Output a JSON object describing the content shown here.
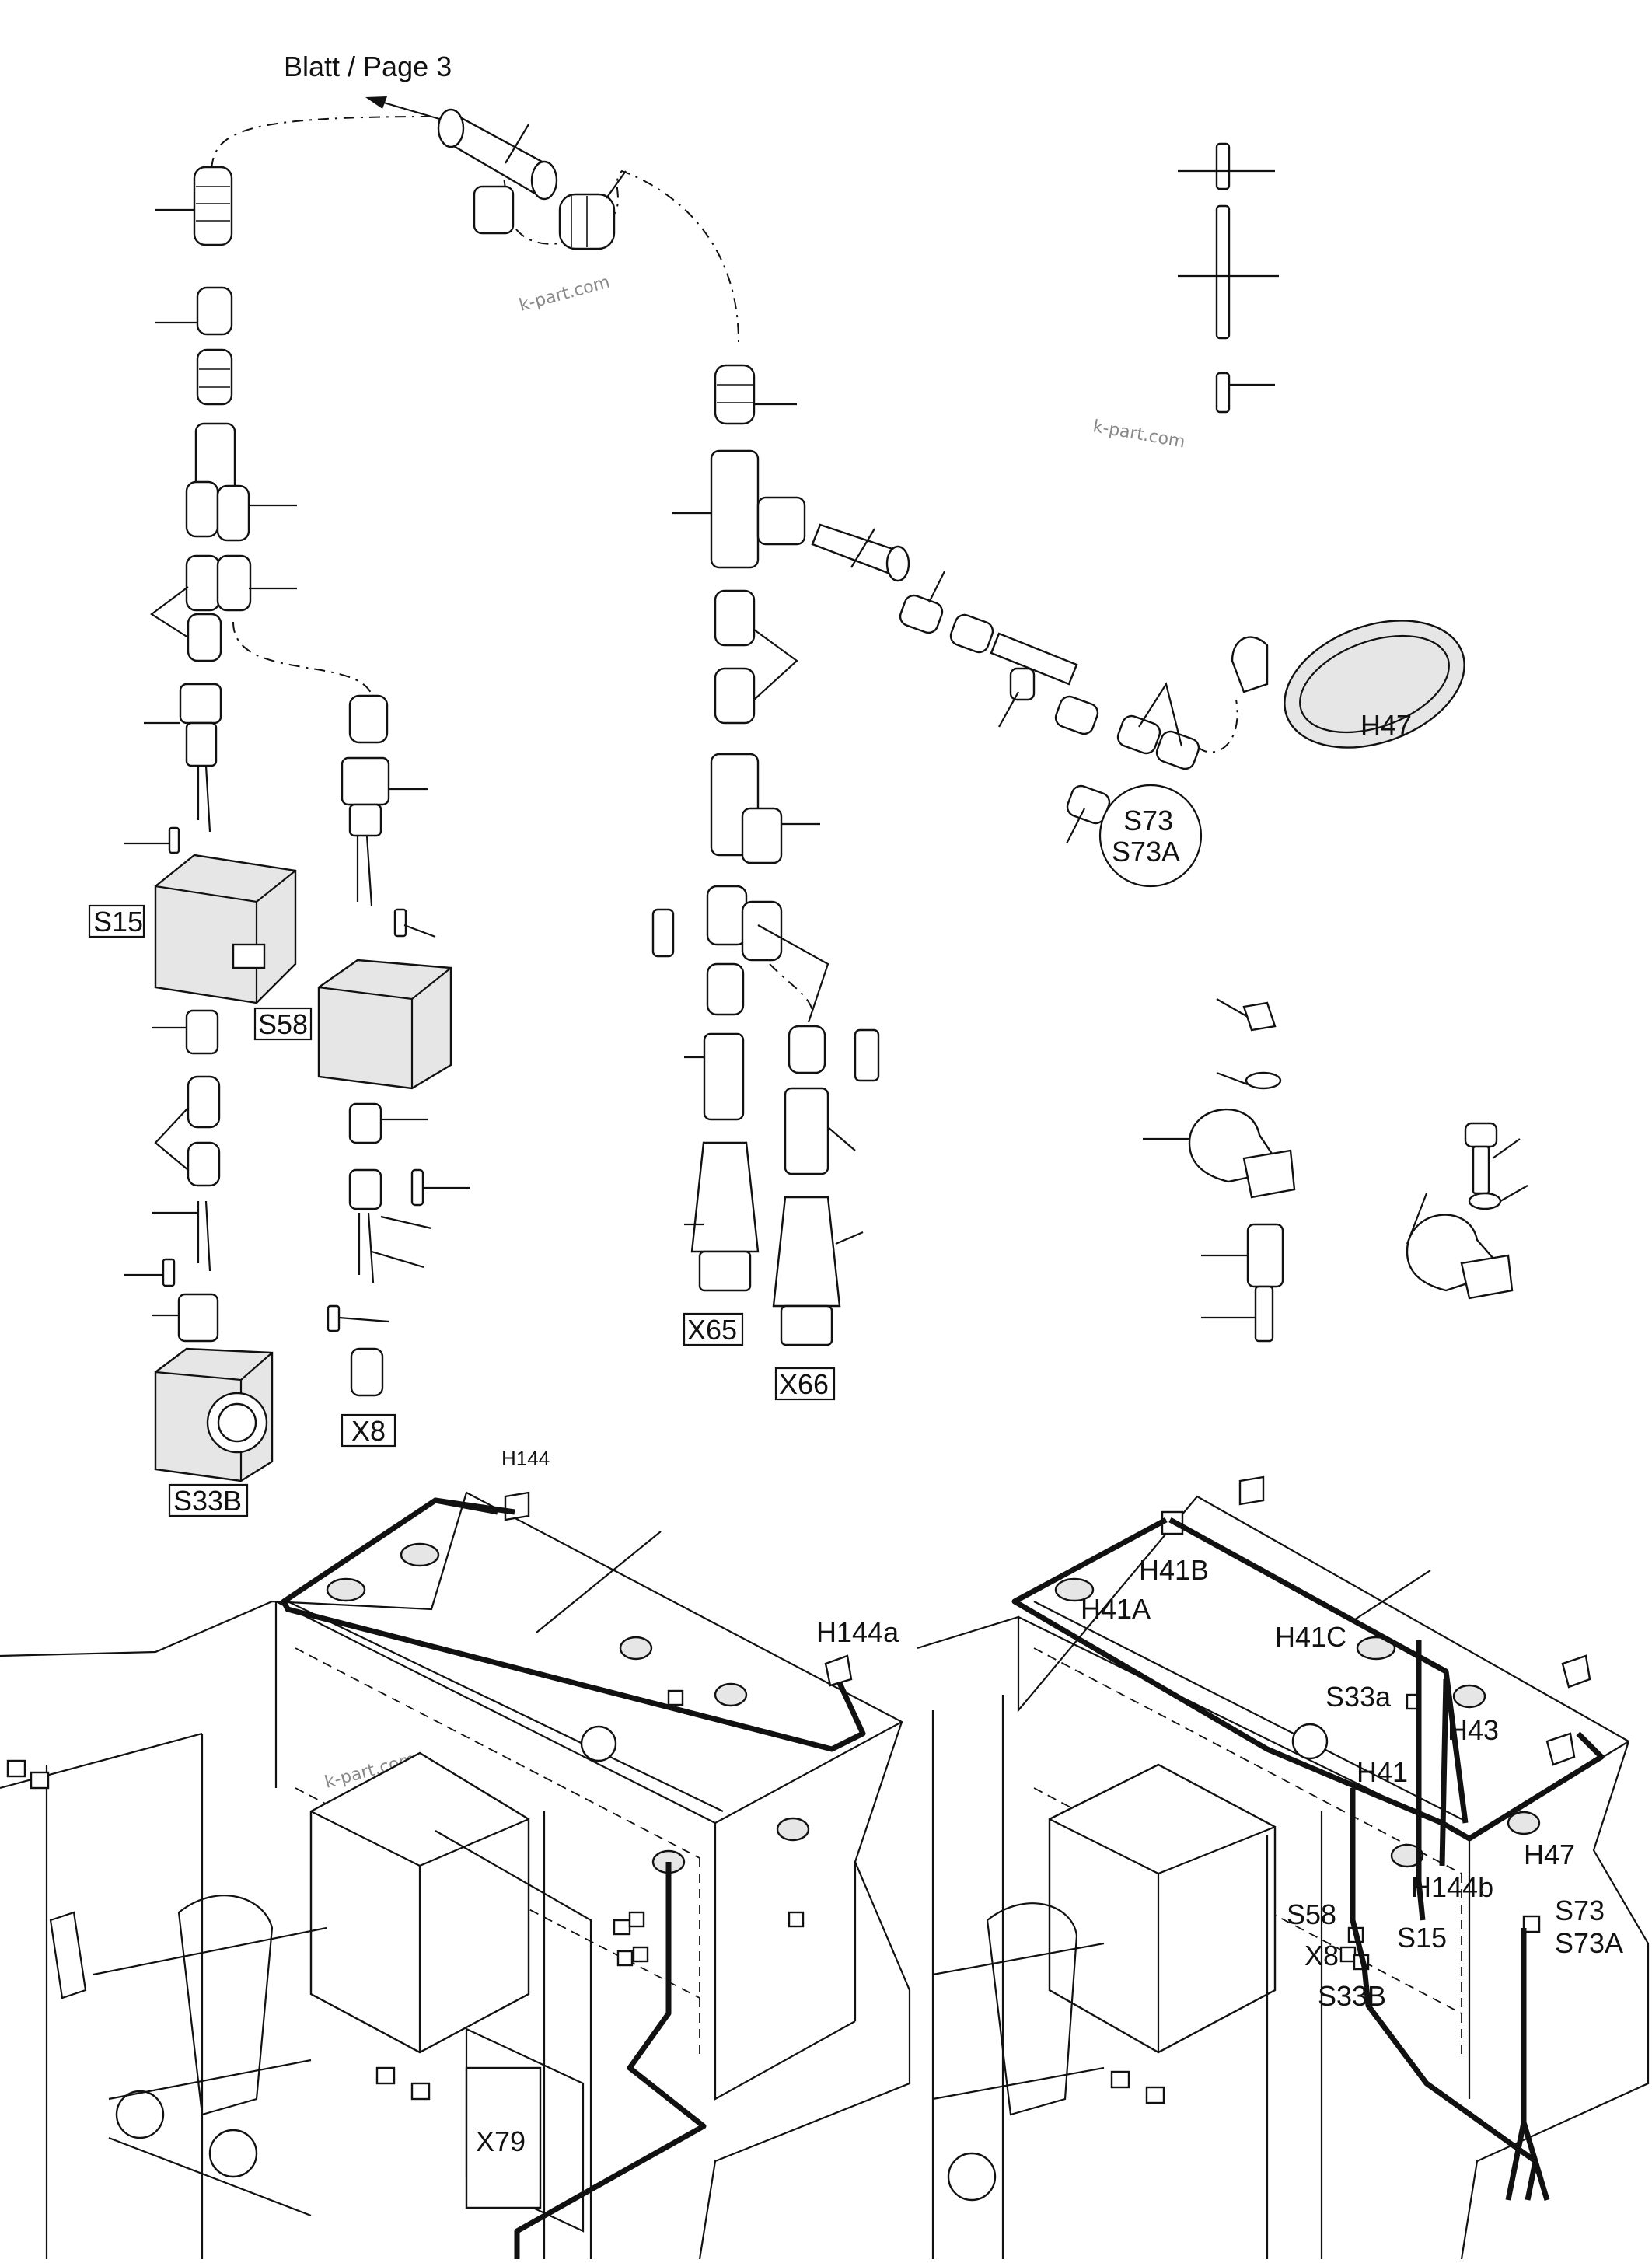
{
  "page_ref": "Blatt / Page 3",
  "watermark": "k-part.com",
  "exploded_view": {
    "boxed_labels": [
      "S15",
      "S58",
      "X8",
      "S33B",
      "X65",
      "X66"
    ],
    "circled_label": [
      "S73",
      "S73A"
    ],
    "plain_label": "H47"
  },
  "left_assembly": {
    "labels": [
      "H144",
      "H144a",
      "X79"
    ]
  },
  "right_assembly": {
    "labels": [
      "H41B",
      "H41A",
      "H41C",
      "S33a",
      "H43",
      "H41",
      "H47",
      "H144b",
      "S58",
      "S15",
      "X8",
      "S33B",
      "S73",
      "S73A"
    ]
  }
}
